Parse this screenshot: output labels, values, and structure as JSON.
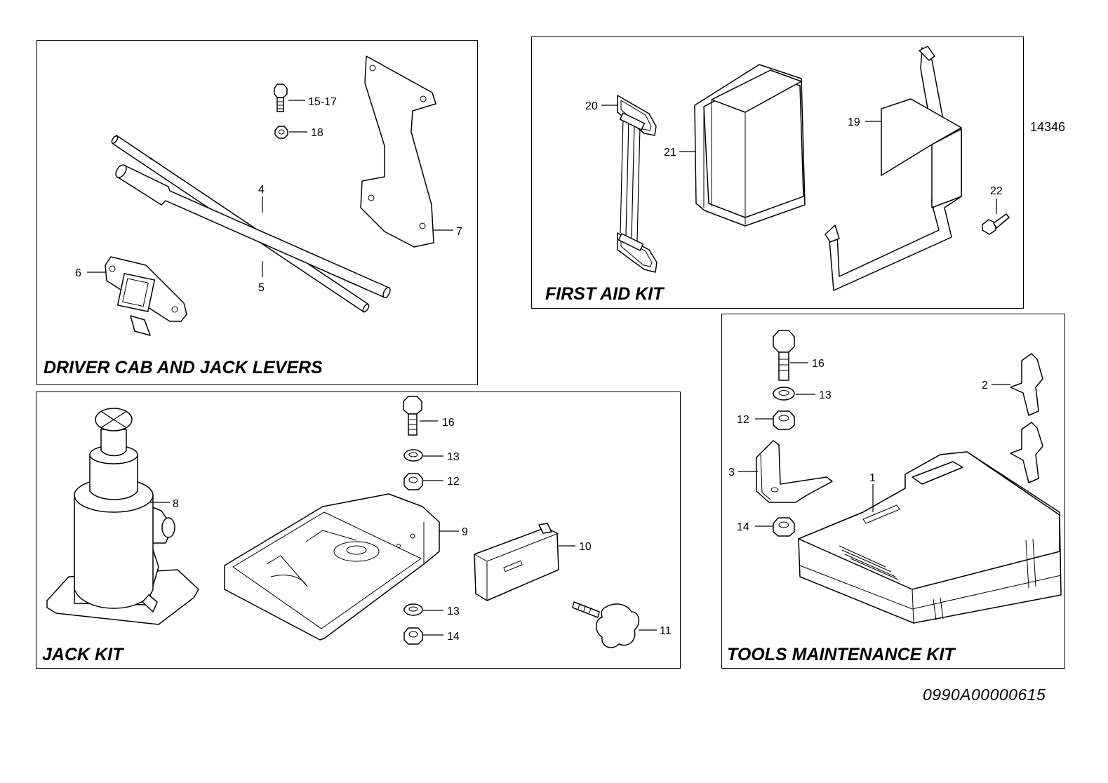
{
  "document_ref": "0990A00000615",
  "figure_number": "14346",
  "panels": {
    "driver_cab": {
      "title": "DRIVER CAB AND JACK LEVERS",
      "callouts": {
        "c15_17": "15-17",
        "c18": "18",
        "c4": "4",
        "c5": "5",
        "c6": "6",
        "c7": "7"
      }
    },
    "first_aid": {
      "title": "FIRST AID KIT",
      "callouts": {
        "c20": "20",
        "c21": "21",
        "c19": "19",
        "c22": "22"
      }
    },
    "jack_kit": {
      "title": "JACK KIT",
      "callouts": {
        "c8": "8",
        "c16": "16",
        "c13a": "13",
        "c12": "12",
        "c9": "9",
        "c10": "10",
        "c13b": "13",
        "c14": "14",
        "c11": "11"
      }
    },
    "tools": {
      "title": "TOOLS MAINTENANCE KIT",
      "callouts": {
        "c16": "16",
        "c13": "13",
        "c12": "12",
        "c2": "2",
        "c3": "3",
        "c1": "1",
        "c14": "14"
      }
    }
  }
}
